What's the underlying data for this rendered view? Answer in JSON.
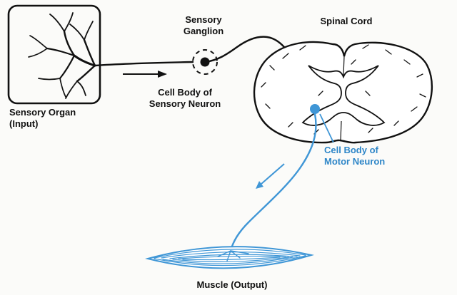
{
  "labels": {
    "sensory_organ": "Sensory Organ\n(Input)",
    "sensory_ganglion": "Sensory\nGanglion",
    "cell_body_sensory": "Cell Body of\nSensory Neuron",
    "spinal_cord": "Spinal Cord",
    "cell_body_motor": "Cell Body of\nMotor Neuron",
    "muscle": "Muscle (Output)"
  },
  "colors": {
    "ink": "#111111",
    "accent_blue": "#3f96d6",
    "accent_blue_text": "#2e86c8",
    "background": "#fbfbf9"
  }
}
